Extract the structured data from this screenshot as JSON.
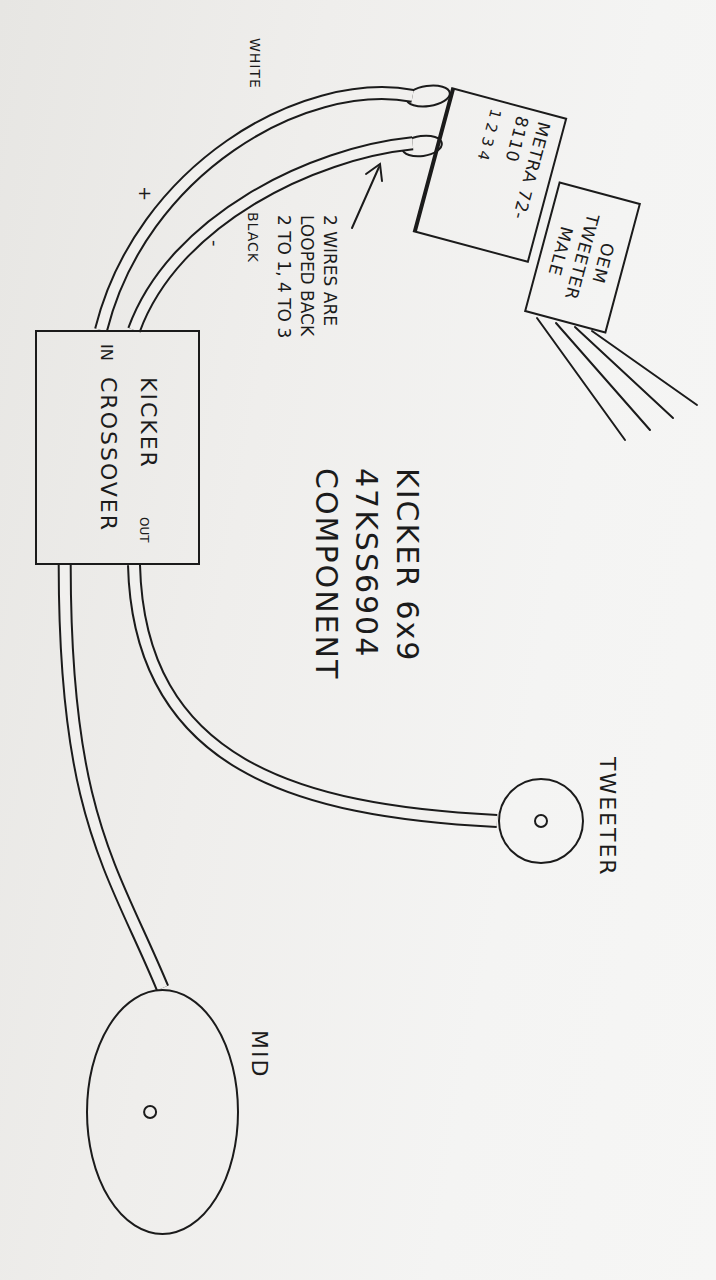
{
  "diagram": {
    "title": "KICKER 6x9 47KSS6904 COMPONENT",
    "nodes": [
      {
        "text": [
          "OEM TWEETER MALE"
        ]
      },
      {
        "text": [
          "METRA 72-8110",
          "1 2 3 4"
        ]
      },
      {
        "text": [
          "KICKER CROSSOVER",
          "IN",
          "OUT"
        ]
      },
      {
        "text": [
          "TWEETER"
        ]
      },
      {
        "text": [
          "MID"
        ]
      }
    ],
    "edges": [
      {
        "from": 1,
        "to": 2,
        "arrow": "none",
        "label": "WHITE"
      },
      {
        "from": 1,
        "to": 2,
        "arrow": "none",
        "label": "BLACK"
      },
      {
        "from": 2,
        "to": 3,
        "arrow": "none"
      },
      {
        "from": 2,
        "to": 4,
        "arrow": "none"
      }
    ],
    "labels": [
      "+",
      "-",
      "2 WIRES ARE LOOPED BACK 2 TO 1, 4 TO 3"
    ]
  }
}
